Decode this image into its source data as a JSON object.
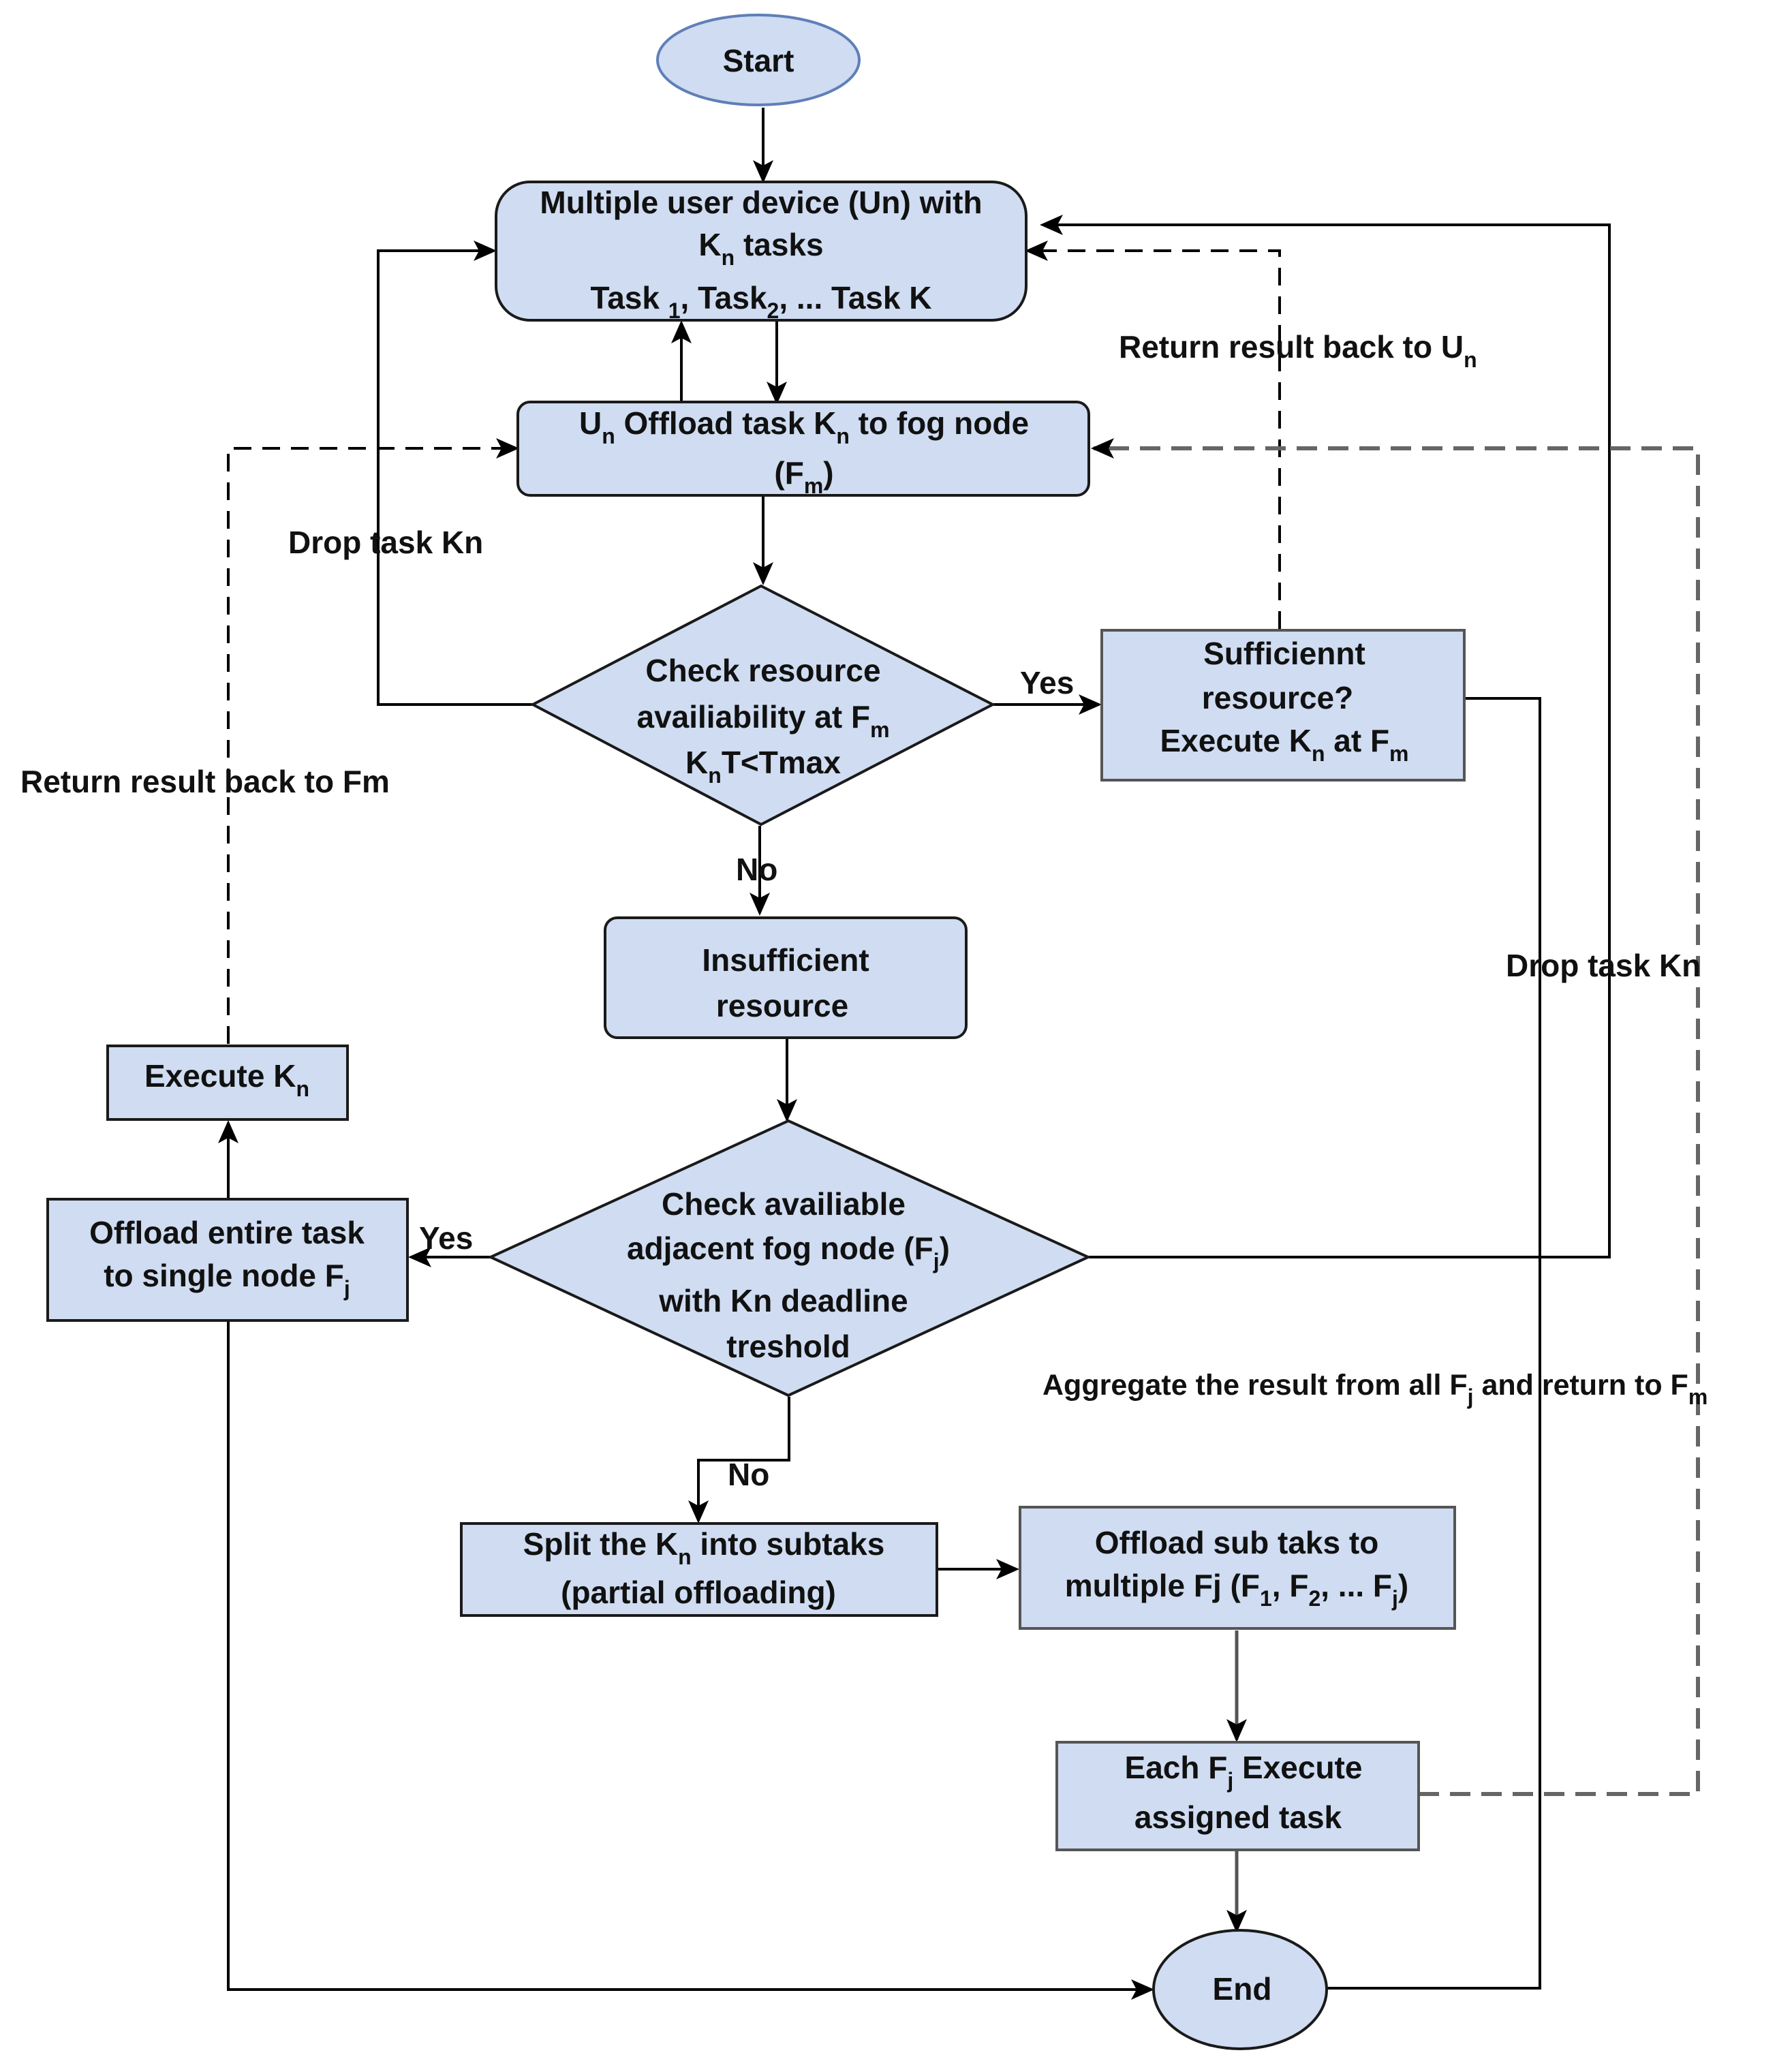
{
  "nodes": {
    "start": "Start",
    "user_devices": {
      "line1": "Multiple user device (Un) with",
      "line2_main": "K",
      "line2_sub": "n",
      "line2_rest": " tasks",
      "line3_a": "Task ",
      "line3_a_sub": "1",
      "line3_b": ", Task",
      "line3_b_sub": "2",
      "line3_c": ", ... Task K"
    },
    "offload": {
      "a": "U",
      "a_sub": "n",
      "b": " Offload task K",
      "b_sub": "n",
      "c": "  to fog node",
      "line2_a": "(F",
      "line2_sub": "m",
      "line2_b": ")"
    },
    "check_resource": {
      "line1": "Check resource",
      "line2_a": "availiability at F",
      "line2_sub": "m",
      "line3_a": "K",
      "line3_sub": "n",
      "line3_b": "T<Tmax"
    },
    "sufficient": {
      "line1": "Sufficiennt",
      "line2": "resource?",
      "line3_a": "Execute K",
      "line3_sub1": "n",
      "line3_b": " at F",
      "line3_sub2": "m"
    },
    "insufficient": {
      "line1": "Insufficient",
      "line2": "resource"
    },
    "check_adjacent": {
      "line1": "Check availiable",
      "line2_a": "adjacent fog node (F",
      "line2_sub": "j",
      "line2_b": ")",
      "line3": "with Kn deadline",
      "line4": "treshold"
    },
    "execute_kn": {
      "a": "Execute K",
      "sub": "n"
    },
    "offload_single": {
      "line1": "Offload entire task",
      "line2_a": "to single node F",
      "line2_sub": "j"
    },
    "split": {
      "line1_a": "Split the K",
      "line1_sub": "n",
      "line1_b": " into subtaks",
      "line2": "(partial offloading)"
    },
    "offload_multiple": {
      "line1": "Offload sub taks to",
      "line2_a": "multiple Fj (F",
      "line2_sub1": "1",
      "line2_b": ", F",
      "line2_sub2": "2",
      "line2_c": ", ... F",
      "line2_sub3": "j",
      "line2_d": ")"
    },
    "each_execute": {
      "line1_a": "Each F",
      "line1_sub": "j",
      "line1_b": " Execute",
      "line2": "assigned task"
    },
    "end": "End"
  },
  "edge_labels": {
    "return_un_a": "Return result back to U",
    "return_un_sub": "n",
    "drop_task_left": "Drop task Kn",
    "return_fm": "Return result back to Fm",
    "yes_1": "Yes",
    "no_1": "No",
    "drop_task_right": "Drop task Kn",
    "yes_2": "Yes",
    "no_2": "No",
    "aggregate_a": "Aggregate the result from all F",
    "aggregate_sub": "j",
    "aggregate_b": " and return to F",
    "aggregate_sub2": "m"
  },
  "colors": {
    "node_fill": "#cfdcf1",
    "stroke": "#1a1a1a"
  }
}
